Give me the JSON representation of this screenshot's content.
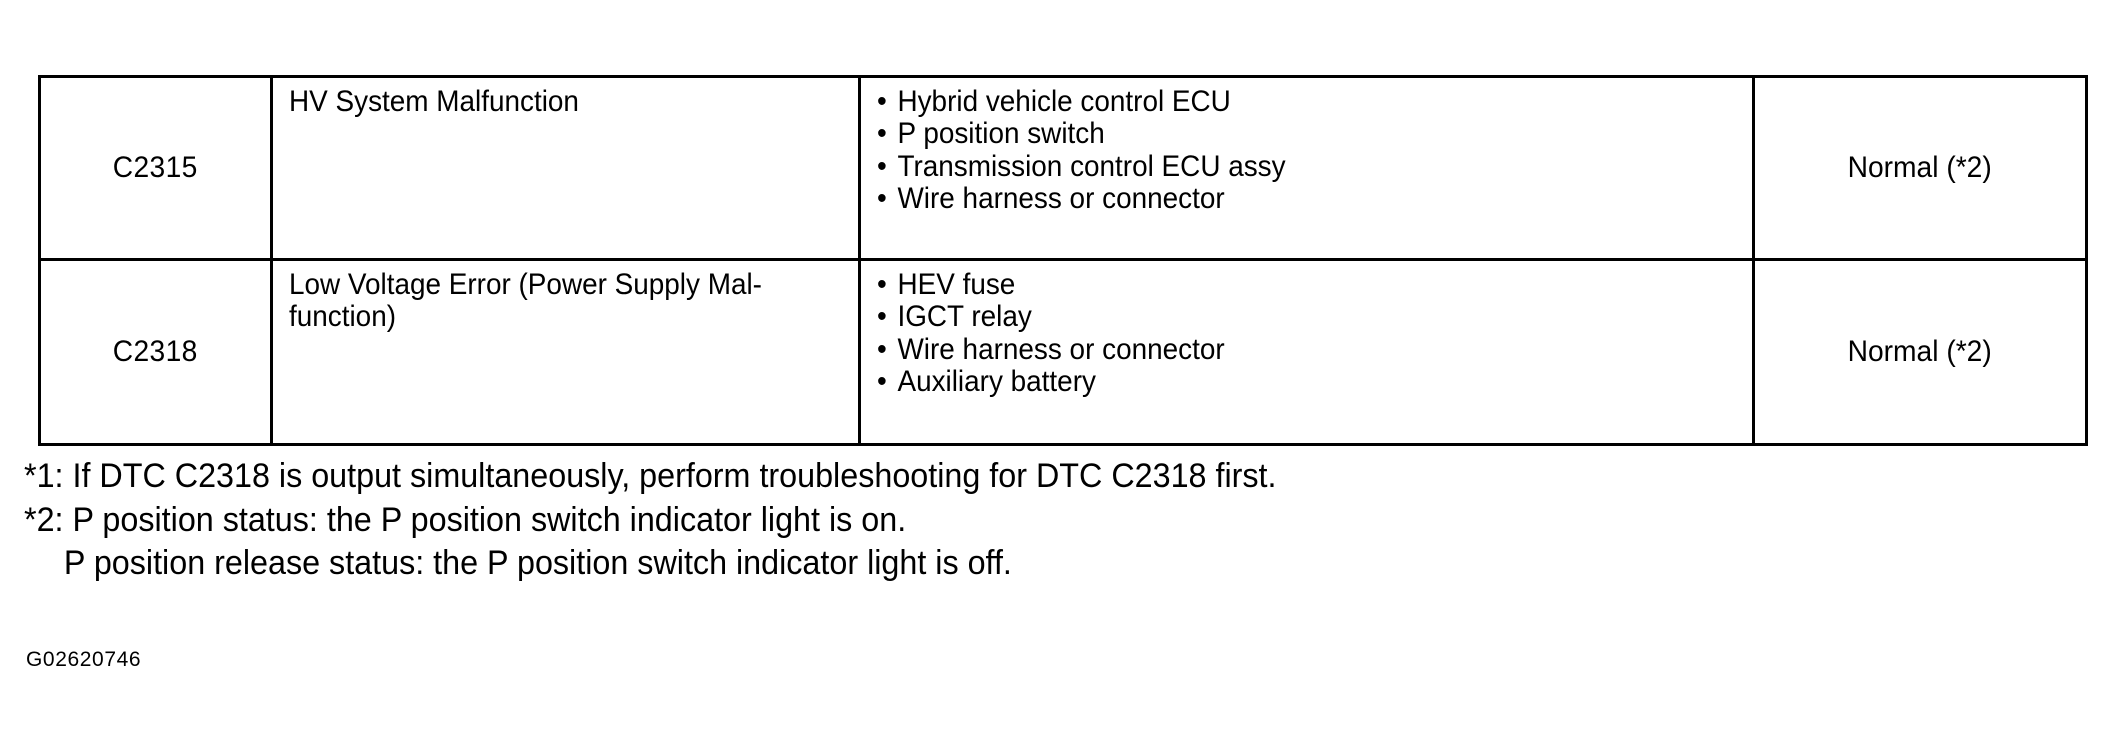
{
  "document": {
    "figure_id": "G02620746"
  },
  "table": {
    "rows": [
      {
        "code": "C2315",
        "detection": "HV System Malfunction",
        "trouble_areas": [
          "Hybrid vehicle control ECU",
          "P position switch",
          "Transmission control ECU assy",
          "Wire harness or connector"
        ],
        "status": "Normal (*2)"
      },
      {
        "code": "C2318",
        "detection_line1": "Low Voltage Error (Power Supply Mal-",
        "detection_line2": "function)",
        "trouble_areas": [
          "HEV fuse",
          "IGCT relay",
          "Wire harness or connector",
          "Auxiliary battery"
        ],
        "status": "Normal (*2)"
      }
    ]
  },
  "footnotes": [
    {
      "text": "*1: If DTC C2318 is output simultaneously, perform troubleshooting for DTC C2318 first.",
      "indent": false
    },
    {
      "text": "*2: P position status: the P position switch indicator light is on.",
      "indent": false
    },
    {
      "text": "P position release status: the P position switch indicator light is off.",
      "indent": true
    }
  ],
  "bullet_glyph": "•",
  "colors": {
    "ink": "#000000",
    "paper": "#ffffff"
  }
}
